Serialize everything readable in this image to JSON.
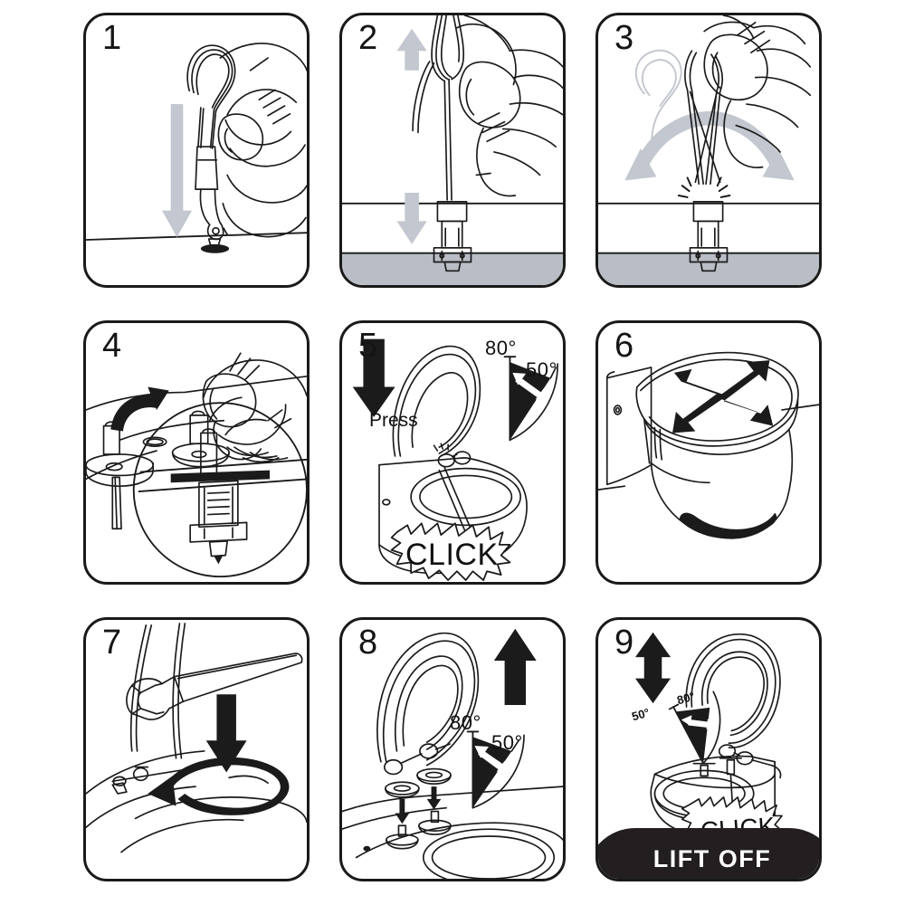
{
  "document": {
    "kind": "installation-instruction-sheet",
    "subject": "Toilet seat quick-release fitting and removal",
    "layout": {
      "columns": 3,
      "rows": 3,
      "panel_count": 9
    },
    "colors": {
      "outline": "#1a1a1a",
      "paper": "#ffffff",
      "floor_gray": "#b9bdc5",
      "arrow_gray": "#c3c7cf",
      "solid_black": "#1b1b1b",
      "banner_black": "#231f20"
    }
  },
  "panels": [
    {
      "id": "panel-1",
      "number": "1",
      "summary": "Hand pushing hinge pin tool down onto fixing point on floor",
      "labels": [],
      "arrows": [
        {
          "name": "down-arrow-gray",
          "direction": "down",
          "style": "gray"
        }
      ]
    },
    {
      "id": "panel-2",
      "number": "2",
      "summary": "Hand gripping clip above hinge bolt on pan, gray up and down arrows",
      "labels": [],
      "arrows": [
        {
          "name": "up-arrow-gray",
          "direction": "up",
          "style": "gray"
        },
        {
          "name": "down-arrow-gray",
          "direction": "down",
          "style": "gray"
        }
      ]
    },
    {
      "id": "panel-3",
      "number": "3",
      "summary": "Hand swinging clip left and right over the hinge bolt, curved gray double arrow",
      "labels": [],
      "arrows": [
        {
          "name": "curved-double-arrow-gray",
          "direction": "left-right",
          "style": "gray"
        }
      ]
    },
    {
      "id": "panel-4",
      "number": "4",
      "summary": "Fitting hinge bush into pan hole with magnified detail circle showing bolt assembly",
      "labels": [],
      "arrows": [
        {
          "name": "curved-arrow-black",
          "direction": "down-curve",
          "style": "black"
        }
      ]
    },
    {
      "id": "panel-5",
      "number": "5",
      "summary": "Press seat hinge down onto pan until it clicks; angle gauge shows 80 to 50 degrees",
      "labels": [
        {
          "name": "press-label",
          "text": "Press"
        },
        {
          "name": "angle-80-label",
          "text": "80°"
        },
        {
          "name": "angle-50-label",
          "text": "50°"
        },
        {
          "name": "click-burst-label",
          "text": "CLICK"
        }
      ],
      "arrows": [
        {
          "name": "down-arrow-black",
          "direction": "down",
          "style": "black"
        },
        {
          "name": "angle-double-arrow-white",
          "direction": "arc",
          "style": "white"
        }
      ]
    },
    {
      "id": "panel-6",
      "number": "6",
      "summary": "Closed toilet seat and lid with black X cross double arrow on top",
      "labels": [],
      "arrows": [
        {
          "name": "cross-double-arrow-black",
          "direction": "diagonal-cross",
          "style": "black"
        }
      ]
    },
    {
      "id": "panel-7",
      "number": "7",
      "summary": "Spanner tightening hinge nut under the pan, down arrow and curved rotation arrow",
      "labels": [],
      "arrows": [
        {
          "name": "down-arrow-black",
          "direction": "down",
          "style": "black"
        },
        {
          "name": "rotate-arrow-black",
          "direction": "counter-clockwise",
          "style": "black"
        }
      ]
    },
    {
      "id": "panel-8",
      "number": "8",
      "summary": "Lifting seat off hinge pins, caps removed, angle gauge 80 to 50 degrees",
      "labels": [
        {
          "name": "angle-80-label",
          "text": "80°"
        },
        {
          "name": "angle-50-label",
          "text": "50°"
        }
      ],
      "arrows": [
        {
          "name": "up-arrow-black",
          "direction": "up",
          "style": "black"
        },
        {
          "name": "cap-down-arrow-black",
          "direction": "down",
          "style": "black"
        },
        {
          "name": "angle-double-arrow-white",
          "direction": "arc",
          "style": "white"
        }
      ]
    },
    {
      "id": "panel-9",
      "number": "9",
      "summary": "Seat lifted clear of pan at click angle, banner reads LIFT OFF",
      "labels": [
        {
          "name": "angle-80-label",
          "text": "80°"
        },
        {
          "name": "angle-50-label",
          "text": "50°"
        },
        {
          "name": "click-burst-label",
          "text": "CLICK"
        },
        {
          "name": "lift-off-banner-label",
          "text": "LIFT OFF"
        }
      ],
      "arrows": [
        {
          "name": "up-down-double-arrow-black",
          "direction": "up-down",
          "style": "black"
        },
        {
          "name": "angle-double-arrow-white",
          "direction": "arc",
          "style": "white"
        }
      ]
    }
  ]
}
